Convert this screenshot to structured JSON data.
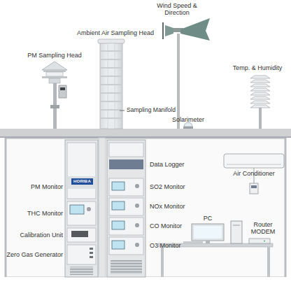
{
  "diagram": {
    "labels": [
      "Wind Speed & Direction",
      "Ambient Air Sampling Head",
      "PM Sampling Head",
      "Temp. & Humidity",
      "Sampling Manifold",
      "Solarimeter",
      "Data Logger",
      "Air Conditioner",
      "PM Monitor",
      "HORIBA",
      "SO2 Monitor",
      "THC Monitor",
      "NOx Monitor",
      "PC",
      "Router MODEM",
      "Calibration Unit",
      "CO Monitor",
      "Zero Gas Generator",
      "O3 Monitor"
    ]
  }
}
